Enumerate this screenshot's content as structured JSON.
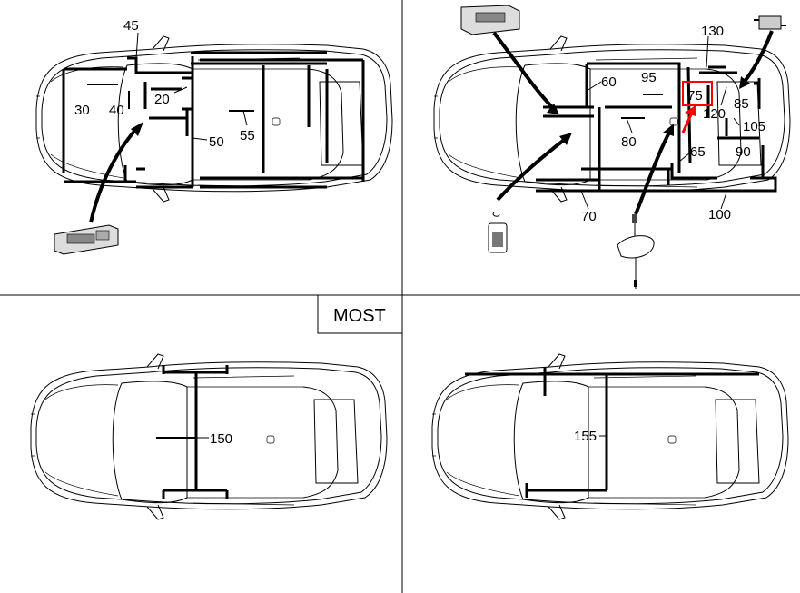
{
  "panels": {
    "top_left": {
      "labels": [
        {
          "id": "l45",
          "text": "45"
        },
        {
          "id": "l20",
          "text": "20"
        },
        {
          "id": "l30",
          "text": "30"
        },
        {
          "id": "l40",
          "text": "40"
        },
        {
          "id": "l55",
          "text": "55"
        },
        {
          "id": "l50",
          "text": "50"
        }
      ]
    },
    "top_right": {
      "labels": [
        {
          "id": "l130",
          "text": "130"
        },
        {
          "id": "l60",
          "text": "60"
        },
        {
          "id": "l95",
          "text": "95"
        },
        {
          "id": "l75",
          "text": "75"
        },
        {
          "id": "l85",
          "text": "85"
        },
        {
          "id": "l120",
          "text": "120"
        },
        {
          "id": "l105",
          "text": "105"
        },
        {
          "id": "l80",
          "text": "80"
        },
        {
          "id": "l65",
          "text": "65"
        },
        {
          "id": "l90",
          "text": "90"
        },
        {
          "id": "l70",
          "text": "70"
        },
        {
          "id": "l100",
          "text": "100"
        }
      ],
      "highlighted": "75",
      "highlight_color": "#ff0000"
    },
    "bottom_left": {
      "tag": "MOST",
      "labels": [
        {
          "id": "l150",
          "text": "150"
        }
      ]
    },
    "bottom_right": {
      "labels": [
        {
          "id": "l155",
          "text": "155"
        }
      ]
    }
  },
  "components": [
    "radio-head-unit",
    "remote-key-fob",
    "rear-view-mirror",
    "antenna-connector"
  ]
}
